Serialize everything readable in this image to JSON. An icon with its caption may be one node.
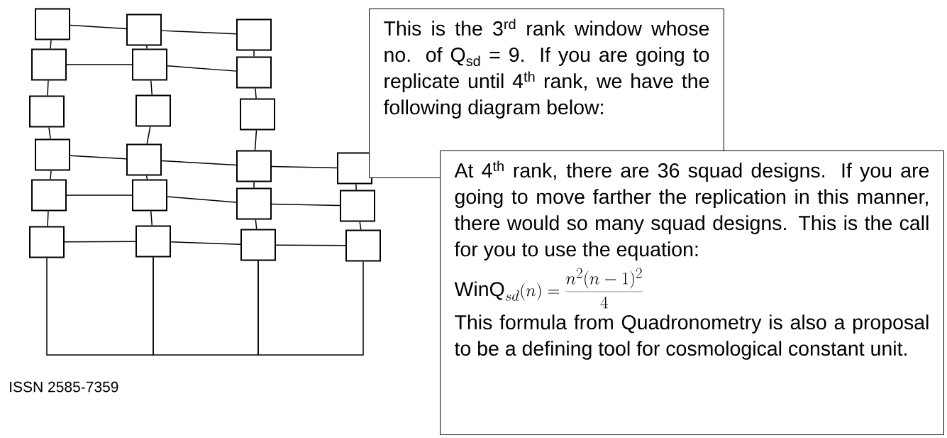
{
  "diagram": {
    "nodes": [
      {
        "text": [],
        "shape": "box"
      },
      {
        "text": [],
        "shape": "box"
      },
      {
        "text": [],
        "shape": "box"
      },
      {
        "text": [],
        "shape": "box"
      },
      {
        "text": [],
        "shape": "box"
      },
      {
        "text": [],
        "shape": "box"
      },
      {
        "text": [],
        "shape": "box"
      },
      {
        "text": [],
        "shape": "box"
      },
      {
        "text": [],
        "shape": "box"
      },
      {
        "text": [],
        "shape": "box"
      },
      {
        "text": [],
        "shape": "box"
      },
      {
        "text": [],
        "shape": "box"
      },
      {
        "text": [],
        "shape": "box"
      },
      {
        "text": [],
        "shape": "box"
      },
      {
        "text": [],
        "shape": "box"
      },
      {
        "text": [],
        "shape": "box"
      },
      {
        "text": [],
        "shape": "box"
      },
      {
        "text": [],
        "shape": "box"
      },
      {
        "text": [],
        "shape": "box"
      },
      {
        "text": [],
        "shape": "box"
      },
      {
        "text": [],
        "shape": "box"
      },
      {
        "text": [
          "This is the 3$^{rd}$ rank window whose no. of Q$_{sd}$ = 9. If you are going to replicate until 4$^{th}$ rank, we have the following diagram below:"
        ]
      },
      {
        "text": [
          "At 4$^{th}$ rank, there are 36 squad designs. If you are going to move farther the replication in this manner, there would so many squad designs. This is the call for you to use the equation:",
          "\\mathrm{WinQ}_{sd}(n)=\\frac{n^{2}(n-1)^{2}}{4}",
          "This formula from Quadronometry is also a proposal to be a defining tool for cosmological constant unit."
        ]
      }
    ],
    "edges": [
      {
        "from": 0,
        "to": 1,
        "arrow": "none"
      },
      {
        "from": 1,
        "to": 2,
        "arrow": "none"
      },
      {
        "from": 3,
        "to": 4,
        "arrow": "none"
      },
      {
        "from": 4,
        "to": 5,
        "arrow": "none"
      },
      {
        "from": 9,
        "to": 10,
        "arrow": "none"
      },
      {
        "from": 10,
        "to": 11,
        "arrow": "none"
      },
      {
        "from": 11,
        "to": 12,
        "arrow": "none"
      },
      {
        "from": 13,
        "to": 14,
        "arrow": "none"
      },
      {
        "from": 14,
        "to": 15,
        "arrow": "none"
      },
      {
        "from": 15,
        "to": 16,
        "arrow": "none"
      },
      {
        "from": 17,
        "to": 18,
        "arrow": "none"
      },
      {
        "from": 18,
        "to": 19,
        "arrow": "none"
      },
      {
        "from": 19,
        "to": 20,
        "arrow": "none"
      },
      {
        "from": 0,
        "to": 3,
        "arrow": "none"
      },
      {
        "from": 3,
        "to": 6,
        "arrow": "none"
      },
      {
        "from": 6,
        "to": 9,
        "arrow": "none"
      },
      {
        "from": 9,
        "to": 13,
        "arrow": "none"
      },
      {
        "from": 13,
        "to": 17,
        "arrow": "none"
      },
      {
        "from": 1,
        "to": 4,
        "arrow": "none"
      },
      {
        "from": 4,
        "to": 7,
        "arrow": "none"
      },
      {
        "from": 7,
        "to": 10,
        "arrow": "none"
      },
      {
        "from": 10,
        "to": 14,
        "arrow": "none"
      },
      {
        "from": 14,
        "to": 18,
        "arrow": "none"
      },
      {
        "from": 2,
        "to": 5,
        "arrow": "none"
      },
      {
        "from": 5,
        "to": 8,
        "arrow": "none"
      },
      {
        "from": 8,
        "to": 11,
        "arrow": "none"
      },
      {
        "from": 11,
        "to": 15,
        "arrow": "none"
      },
      {
        "from": 15,
        "to": 19,
        "arrow": "none"
      },
      {
        "from": 12,
        "to": 16,
        "arrow": "none"
      },
      {
        "from": 16,
        "to": 20,
        "arrow": "none"
      },
      {
        "from": 17,
        "to": 18,
        "arrow": "none"
      },
      {
        "from": 18,
        "to": 19,
        "arrow": "none"
      },
      {
        "from": 19,
        "to": 20,
        "arrow": "none"
      }
    ],
    "labels": [
      "ISSN 2585-7359"
    ]
  }
}
